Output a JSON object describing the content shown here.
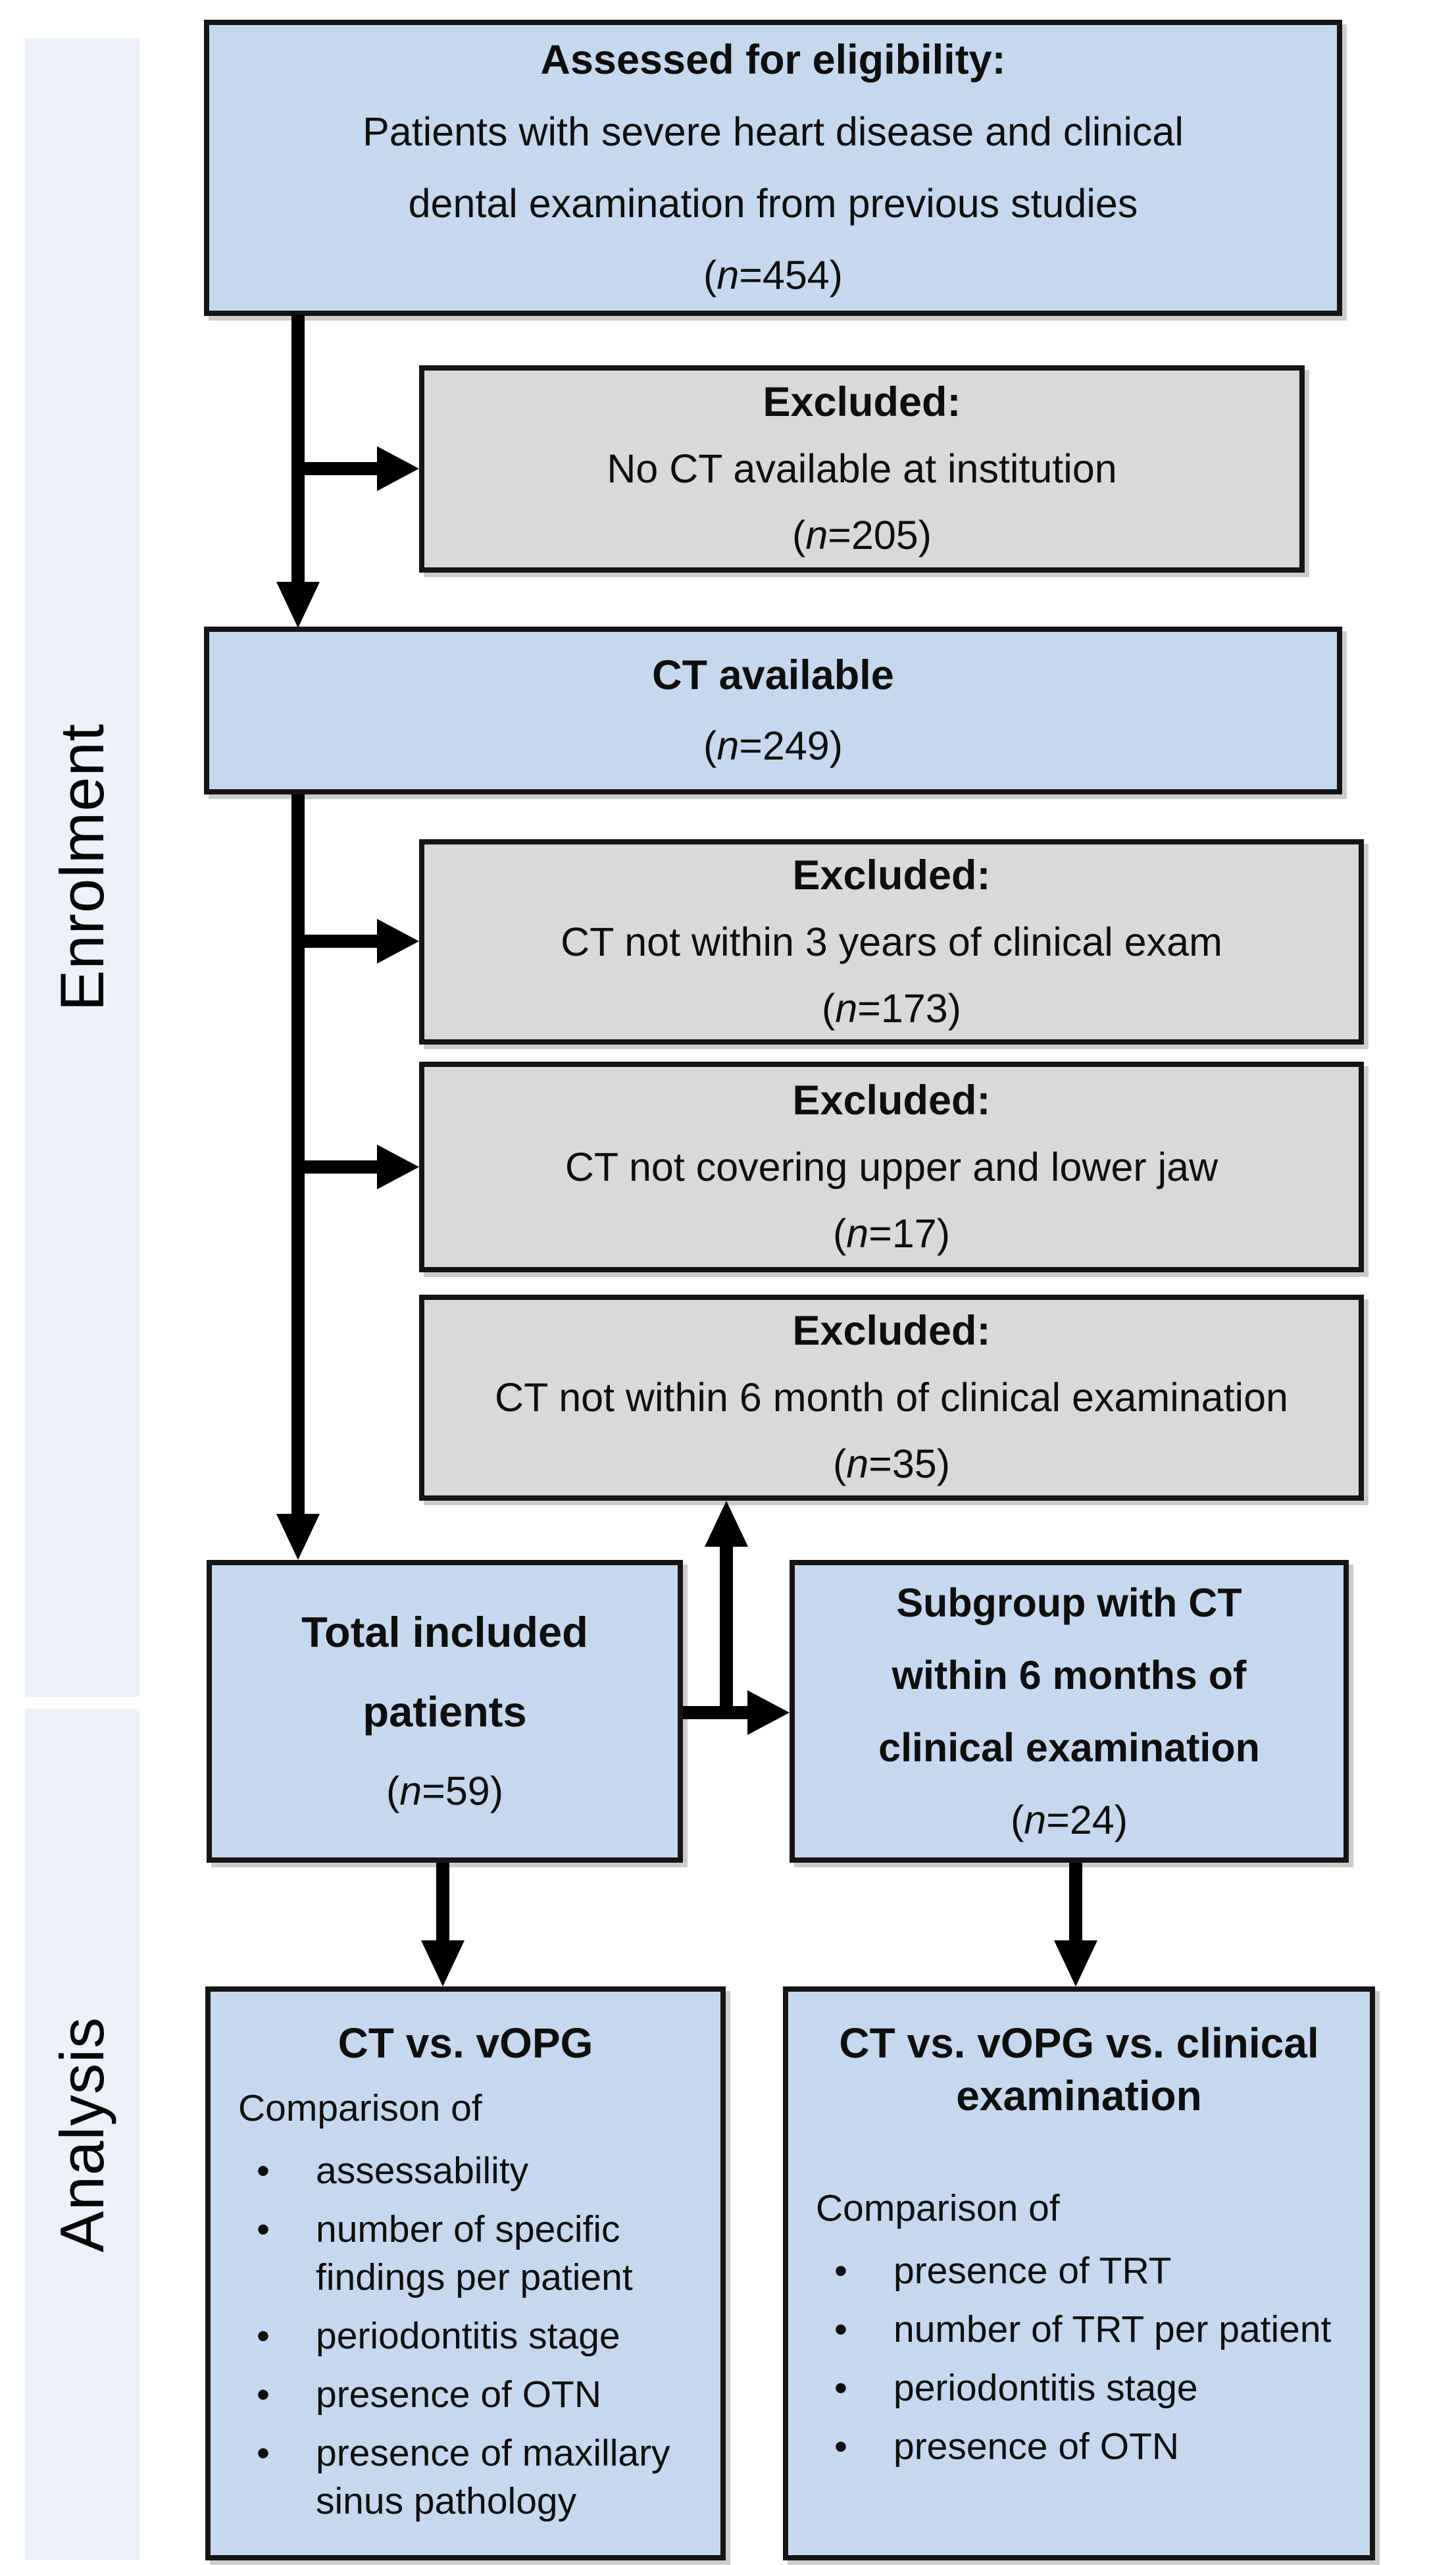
{
  "sidebar": {
    "enrolment_label": "Enrolment",
    "analysis_label": "Analysis"
  },
  "boxes": {
    "assessed": {
      "heading": "Assessed for eligibility:",
      "line1": "Patients with severe heart disease and clinical",
      "line2": "dental examination from previous studies",
      "n_open": "(",
      "n_var": "n",
      "n_rest": "=454)"
    },
    "excluded_no_ct": {
      "heading": "Excluded:",
      "reason": "No CT available at institution",
      "n_open": "(",
      "n_var": "n",
      "n_rest": "=205)"
    },
    "ct_available": {
      "heading": "CT available",
      "n_open": "(",
      "n_var": "n",
      "n_rest": "=249)"
    },
    "excluded_not_3_years": {
      "heading": "Excluded:",
      "reason": "CT not within 3 years of clinical exam",
      "n_open": "(",
      "n_var": "n",
      "n_rest": "=173)"
    },
    "excluded_not_covering": {
      "heading": "Excluded:",
      "reason": "CT not covering upper and lower jaw",
      "n_open": "(",
      "n_var": "n",
      "n_rest": "=17)"
    },
    "excluded_not_6_month": {
      "heading": "Excluded:",
      "reason": "CT not within 6 month of clinical examination",
      "n_open": "(",
      "n_var": "n",
      "n_rest": "=35)"
    },
    "total_included": {
      "line1": "Total included",
      "line2": "patients",
      "n_open": "(",
      "n_var": "n",
      "n_rest": "=59)"
    },
    "subgroup": {
      "line1": "Subgroup with CT",
      "line2": "within 6 months of",
      "line3": "clinical examination",
      "n_open": "(",
      "n_var": "n",
      "n_rest": "=24)"
    },
    "analysis_ct_vopg": {
      "heading": "CT vs. vOPG",
      "intro": "Comparison of",
      "bullets": [
        "assessability",
        "number of specific findings per patient",
        "periodontitis stage",
        "presence of OTN",
        "presence of maxillary sinus pathology"
      ]
    },
    "analysis_ct_vopg_clinical": {
      "heading": "CT vs. vOPG vs. clinical examination",
      "intro": "Comparison of",
      "bullets": [
        "presence of TRT",
        "number of TRT per patient",
        "periodontitis stage",
        "presence of OTN"
      ]
    }
  },
  "colors": {
    "box_blue": "#c6d8ef",
    "box_gray": "#d9d9d9",
    "sidebar_strip": "#edf1f9",
    "border": "#151515",
    "arrow": "#000000"
  }
}
